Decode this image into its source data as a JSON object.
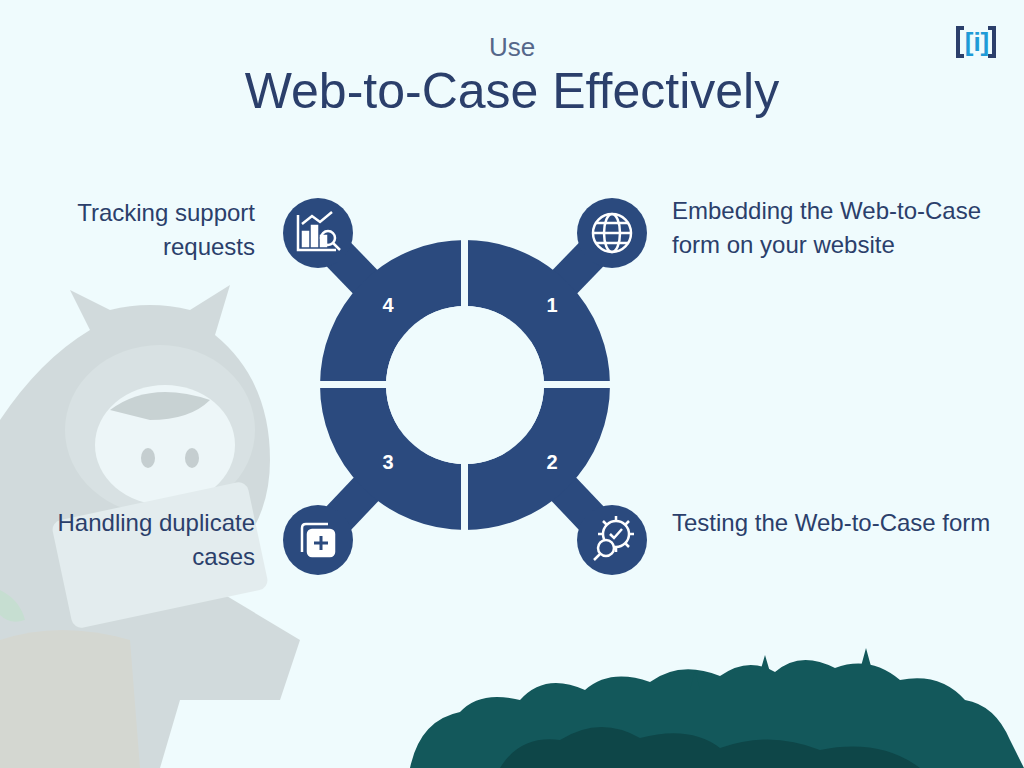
{
  "diagram": {
    "title": "Web-to-Case Effectively",
    "nodes": [
      {
        "text": [
          "1",
          "Embedding the Web-to-Case form on your website"
        ]
      },
      {
        "text": [
          "2",
          "Testing the Web-to-Case form"
        ]
      },
      {
        "text": [
          "3",
          "Handling duplicate cases"
        ]
      },
      {
        "text": [
          "4",
          "Tracking support requests"
        ]
      }
    ],
    "labels": [
      "Use",
      "[i]"
    ]
  }
}
